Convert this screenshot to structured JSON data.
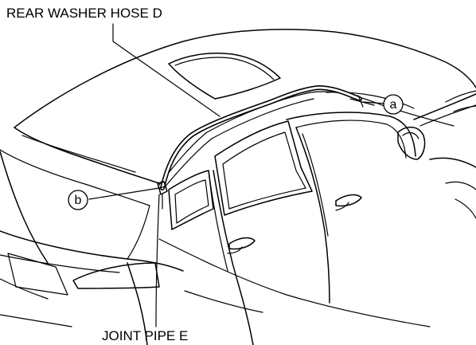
{
  "labels": {
    "rear_washer_hose": "REAR WASHER HOSE D",
    "joint_pipe": "JOINT PIPE E",
    "callout_a": "a",
    "callout_b": "b"
  }
}
